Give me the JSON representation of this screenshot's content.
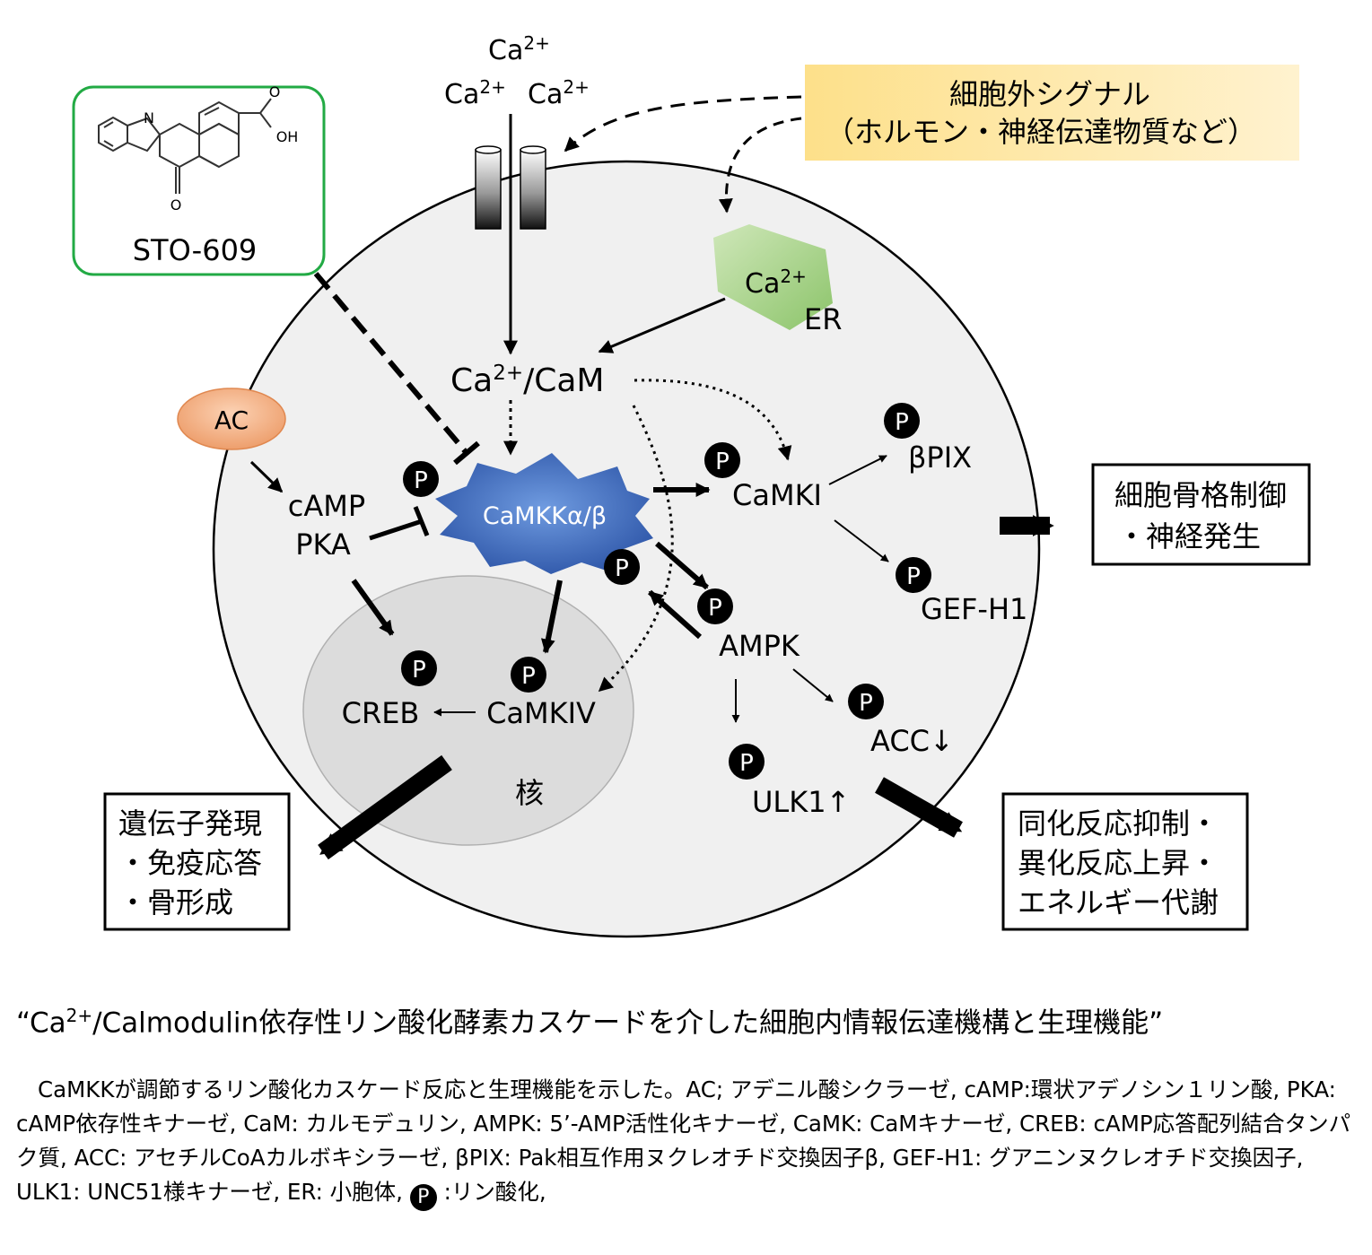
{
  "ca_labels": {
    "ca_top": "Ca2+",
    "ca_left": "Ca2+",
    "ca_right": "Ca2+",
    "ca_er": "Ca2+",
    "ca_cam": "Ca2+"
  },
  "extracellular": {
    "line1": "細胞外シグナル",
    "line2": "（ホルモン・神経伝達物質など）"
  },
  "inhibitor": {
    "name": "STO-609",
    "atoms": {
      "n": "N",
      "o_carbonyl": "O",
      "o_acid": "O",
      "oh": "OH"
    }
  },
  "nodes": {
    "er": "ER",
    "cam": "Ca2+/CaM",
    "cam_suffix": "/CaM",
    "ac": "AC",
    "camp": "cAMP",
    "pka": "PKA",
    "camkk": "CaMKKα/β",
    "camki": "CaMKI",
    "beta_pix": "βPIX",
    "gef_h1": "GEF-H1",
    "ampk": "AMPK",
    "acc": "ACC↓",
    "ulk1": "ULK1↑",
    "creb": "CREB",
    "camkiv": "CaMKIV",
    "nucleus": "核",
    "phospho": "P"
  },
  "outcomes": {
    "cytoskeleton": [
      "細胞骨格制御",
      "・神経発生"
    ],
    "gene": [
      "遺伝子発現",
      "・免疫応答",
      "・骨形成"
    ],
    "metabolism": [
      "同化反応抑制・",
      "異化反応上昇・",
      "エネルギー代謝"
    ]
  },
  "caption": {
    "title": "“Ca2+/Calmodulin依存性リン酸化酵素カスケードを介した細胞内情報伝達機構と生理機能”",
    "title_prefix": "“Ca",
    "title_sup": "2+",
    "title_rest": "/Calmodulin依存性リン酸化酵素カスケードを介した細胞内情報伝達機構と生理機能”",
    "body": "CaMKKが調節するリン酸化カスケード反応と生理機能を示した。AC; アデニル酸シクラーゼ, cAMP:環状アデノシン１リン酸, PKA: cAMP依存性キナーゼ, CaM: カルモデュリン, AMPK: 5’-AMP活性化キナーゼ, CaMK: CaMキナーゼ, CREB: cAMP応答配列結合タンパク質, ACC: アセチルCoAカルボキシラーゼ, βPIX: Pak相互作用ヌクレオチド交換因子β, GEF-H1: グアニンヌクレオチド交換因子, ULK1: UNC51様キナーゼ, ER: 小胞体,",
    "legend_symbol": "P",
    "legend_text": ":リン酸化,"
  },
  "colors": {
    "cell_fill": "#f0f0f0",
    "nucleus_fill": "#dcdcdc",
    "camkk_fill": "#3f6fc0",
    "ac_fill": "#f0a070",
    "er_fill": "#a8d08a",
    "extracellular_fill": "#fde9a8",
    "inhibitor_border": "#22aa44"
  }
}
